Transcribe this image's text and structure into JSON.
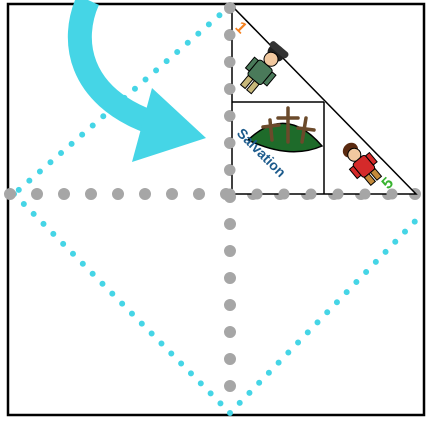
{
  "colors": {
    "page_outline": "#000000",
    "fold_line_gray": "#a6a6a6",
    "fold_line_cyan": "#45d5e6",
    "arrow_cyan": "#45d5e6",
    "panel_number_orange": "#f4801f",
    "panel_number_green": "#38b32f",
    "label_blue": "#1d5b8c",
    "hill_green": "#1e6b2a"
  },
  "panels": {
    "top_number": "1",
    "bottom_number": "5",
    "center_label": "Salvation"
  },
  "icons": {
    "fold_arrow": "curved-arrow-icon",
    "panel_top_figure": "soldier-figure-icon",
    "panel_right_figure": "red-figure-icon",
    "panel_center_art": "three-crosses-hill-icon"
  }
}
